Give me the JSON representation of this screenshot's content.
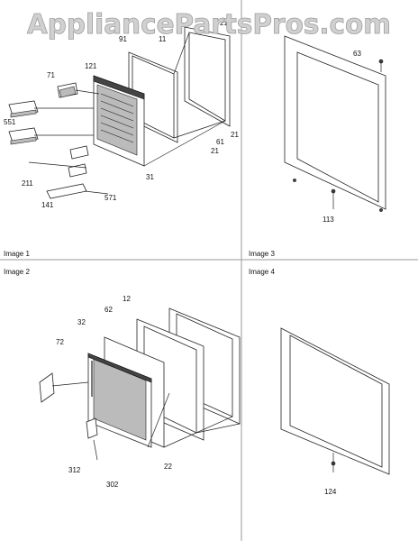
{
  "watermark": "AppliancePartsPros.com",
  "panels": [
    {
      "key": "image1",
      "caption": "Image 1"
    },
    {
      "key": "image3",
      "caption": "Image 3"
    },
    {
      "key": "image2",
      "caption": "Image 2"
    },
    {
      "key": "image4",
      "caption": "Image 4"
    }
  ],
  "callouts": {
    "image1": [
      "91",
      "11",
      "21",
      "71",
      "121",
      "551",
      "61",
      "21",
      "21",
      "31",
      "211",
      "141",
      "571"
    ],
    "image3": [
      "63",
      "113"
    ],
    "image2": [
      "12",
      "62",
      "32",
      "72",
      "312",
      "302",
      "22"
    ],
    "image4": [
      "124"
    ]
  }
}
